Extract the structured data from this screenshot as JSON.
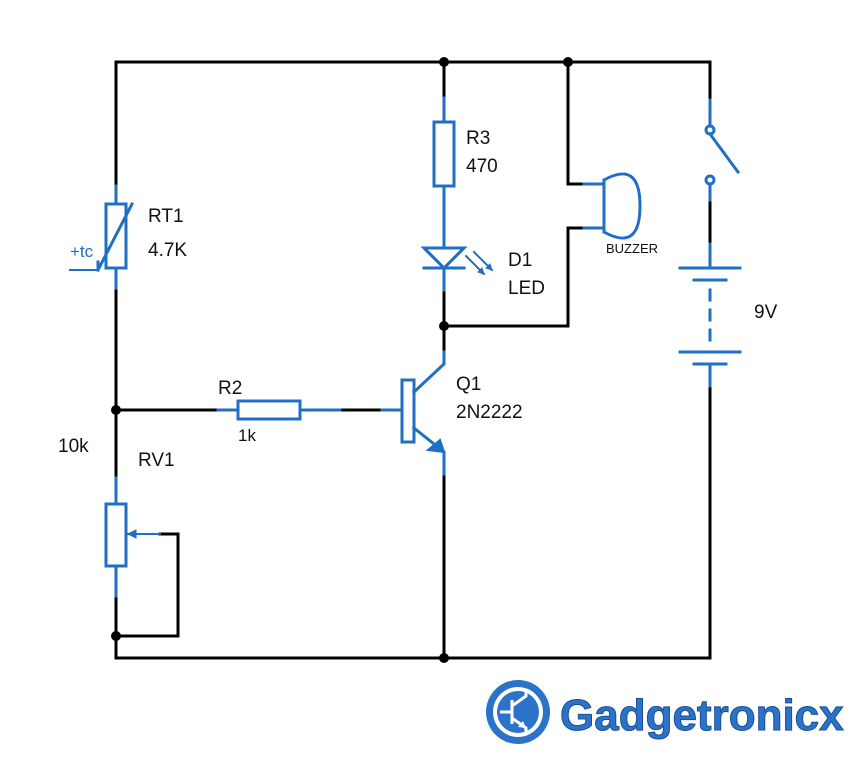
{
  "components": {
    "rt1": {
      "ref": "RT1",
      "value": "4.7K",
      "marker": "+tc"
    },
    "r3": {
      "ref": "R3",
      "value": "470"
    },
    "d1": {
      "ref": "D1",
      "value": "LED"
    },
    "buzzer": {
      "label": "BUZZER"
    },
    "battery": {
      "value": "9V"
    },
    "r2": {
      "ref": "R2",
      "value": "1k"
    },
    "q1": {
      "ref": "Q1",
      "value": "2N2222"
    },
    "rv1": {
      "ref": "RV1",
      "value": "10k"
    }
  },
  "brand": {
    "name": "Gadgetronicx"
  },
  "colors": {
    "wire": "#000000",
    "component": "#1f6fc4",
    "brand": "#2a73c9"
  }
}
